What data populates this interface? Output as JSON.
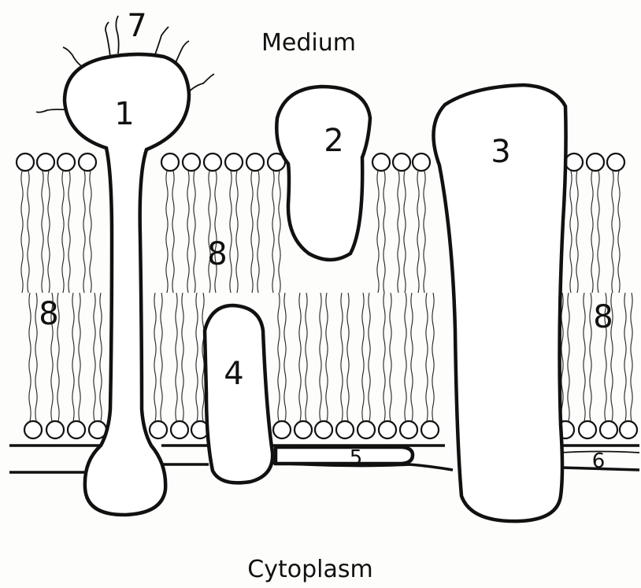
{
  "labels": {
    "medium": "Medium",
    "cytoplasm": "Cytoplasm",
    "protein_1": "1",
    "protein_2": "2",
    "protein_3": "3",
    "protein_4": "4",
    "protein_5": "5",
    "protein_6": "6",
    "glycocalyx": "7",
    "lipid_left": "8",
    "lipid_middle": "8",
    "lipid_right": "8"
  }
}
